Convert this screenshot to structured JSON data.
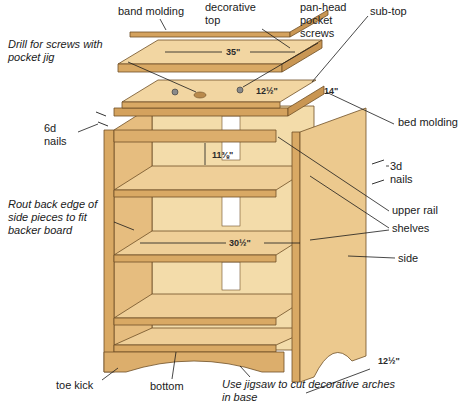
{
  "diagram": {
    "labels": [
      "band molding",
      "decorative top",
      "pan-head pocket screws",
      "sub-top",
      "Drill for screws with pocket jig",
      "35\"",
      "14\"",
      "12½\"",
      "6d nails",
      "bed molding",
      "11⅜\"",
      "3d nails",
      "Rout back edge of side pieces to fit backer board",
      "upper rail",
      "shelves",
      "30½\"",
      "side",
      "toe kick",
      "bottom",
      "Use jigsaw to cut decorative arches in base",
      "12½\""
    ]
  }
}
